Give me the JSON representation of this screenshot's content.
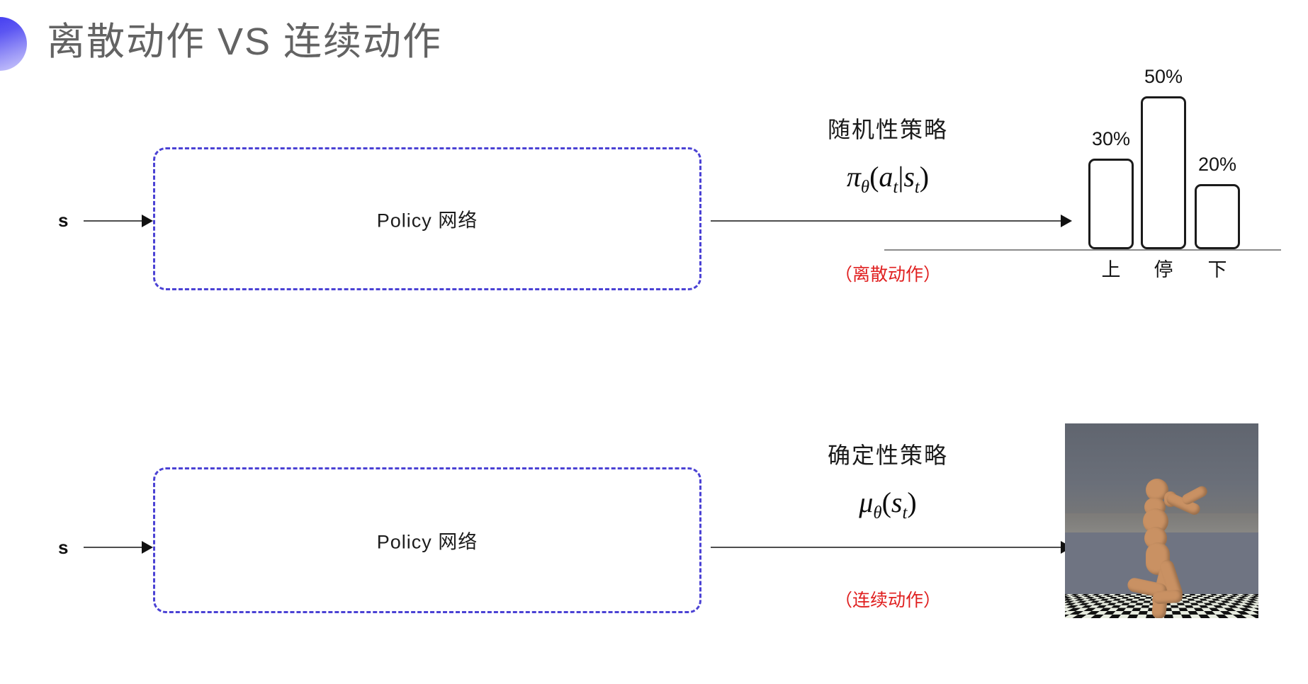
{
  "slide": {
    "title": "离散动作 VS 连续动作",
    "bullet_color": "#3a34f0",
    "background": "#ffffff"
  },
  "rows": [
    {
      "id": "discrete",
      "state_label": "s",
      "box_label": "Policy 网络",
      "policy_title": "随机性策略",
      "policy_formula": "πθ(at|st)",
      "action_note": "（离散动作）",
      "action_note_color": "#e02020"
    },
    {
      "id": "continuous",
      "state_label": "s",
      "box_label": "Policy 网络",
      "policy_title": "确定性策略",
      "policy_formula": "μθ(st)",
      "action_note": "（连续动作）",
      "action_note_color": "#e02020"
    }
  ],
  "formula_parts": {
    "pi_sym": "π",
    "pi_sub": "θ",
    "pi_open": "(",
    "pi_a": "a",
    "pi_a_sub": "t",
    "pi_bar": "|",
    "pi_s": "s",
    "pi_s_sub": "t",
    "pi_close": ")",
    "mu_sym": "μ",
    "mu_sub": "θ",
    "mu_open": "(",
    "mu_s": "s",
    "mu_s_sub": "t",
    "mu_close": ")"
  },
  "chart_data": {
    "type": "bar",
    "title": "",
    "xlabel": "",
    "ylabel": "",
    "categories": [
      "上",
      "停",
      "下"
    ],
    "values": [
      30,
      50,
      20
    ],
    "value_labels": [
      "30%",
      "50%",
      "20%"
    ],
    "ylim": [
      0,
      60
    ],
    "grid": false,
    "legend": null,
    "bar_style": {
      "fill": "#ffffff",
      "stroke": "#1b1b1b",
      "rounded": true
    },
    "axis_color": "#8a8a8a"
  },
  "humanoid": {
    "caption": "",
    "scene": "MuJoCo humanoid on checkerboard floor",
    "sky_color": "#6a6f79",
    "body_color": "#c99163",
    "floor_light": "#e8ece0",
    "floor_dark": "#111111"
  }
}
